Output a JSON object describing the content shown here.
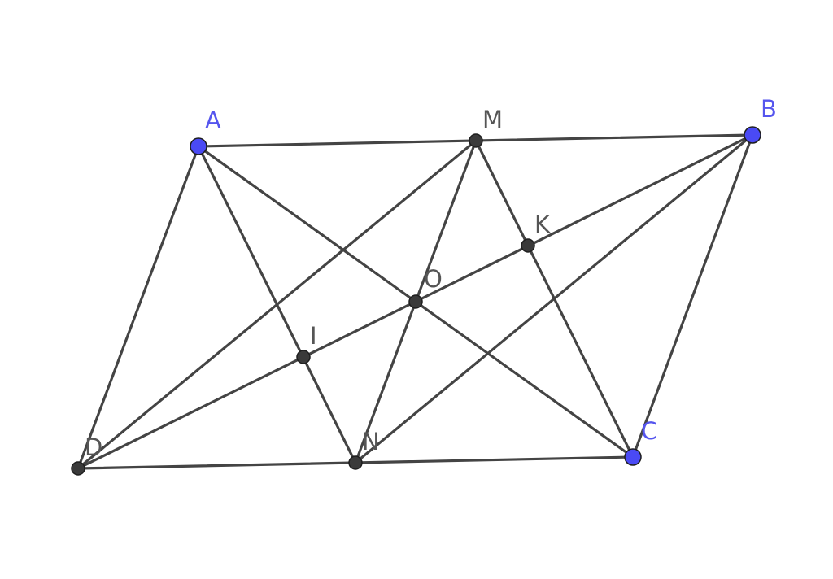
{
  "colors": {
    "free_point": "#4a4af4",
    "derived_point": "#3a3a3a",
    "segment": "#444444",
    "label_free": "#5555ee",
    "label_derived": "#555555"
  },
  "points": {
    "A": {
      "label": "A",
      "kind": "free"
    },
    "B": {
      "label": "B",
      "kind": "free"
    },
    "C": {
      "label": "C",
      "kind": "free"
    },
    "D": {
      "label": "D",
      "kind": "derived"
    },
    "M": {
      "label": "M",
      "kind": "derived"
    },
    "N": {
      "label": "N",
      "kind": "derived"
    },
    "O": {
      "label": "O",
      "kind": "derived"
    },
    "I": {
      "label": "I",
      "kind": "derived"
    },
    "K": {
      "label": "K",
      "kind": "derived"
    }
  },
  "segments": [
    [
      "A",
      "B"
    ],
    [
      "B",
      "C"
    ],
    [
      "C",
      "D"
    ],
    [
      "D",
      "A"
    ],
    [
      "A",
      "C"
    ],
    [
      "B",
      "D"
    ],
    [
      "M",
      "N"
    ],
    [
      "A",
      "N"
    ],
    [
      "M",
      "C"
    ],
    [
      "D",
      "M"
    ],
    [
      "N",
      "B"
    ]
  ]
}
